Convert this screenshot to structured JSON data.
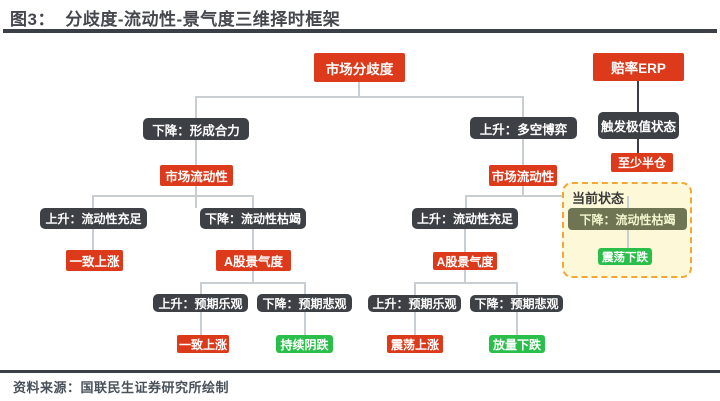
{
  "header": {
    "title": "图3：  分歧度-流动性-景气度三维择时框架"
  },
  "footer": {
    "source": "资料来源：国联民生证券研究所绘制"
  },
  "colors": {
    "accent_red": "#dc3a1b",
    "node_dark": "#3d4045",
    "accent_green": "#2abf4a",
    "panel_bg": "#fcf8d8",
    "panel_border": "#f1a83b",
    "state_olive": "#6f7452",
    "divider": "#3b4046",
    "connector": "#c9ced3"
  },
  "flowchart": {
    "root": "市场分歧度",
    "erp": {
      "top": "赔率ERP",
      "mid": "触发极值状态",
      "bottom": "至少半仓"
    },
    "left": {
      "branch": "下降：形成合力",
      "liquidity": "市场流动性",
      "liq_up": "上升：流动性充足",
      "liq_down": "下降：流动性枯竭",
      "rally": "一致上涨",
      "boom": "A股景气度",
      "optimism": "上升：预期乐观",
      "pessimism": "下降：预期悲观",
      "rally2": "一致上涨",
      "drift_down": "持续阴跌"
    },
    "right": {
      "branch": "上升：多空博弈",
      "liquidity": "市场流动性",
      "liq_up": "上升：流动性充足",
      "boom": "A股景气度",
      "optimism": "上升：预期乐观",
      "pessimism": "下降：预期悲观",
      "osc_up": "震荡上涨",
      "volume_down": "放量下跌"
    },
    "current_state": {
      "label": "当前状态",
      "state": "下降：流动性枯竭",
      "result": "震荡下跌"
    }
  }
}
